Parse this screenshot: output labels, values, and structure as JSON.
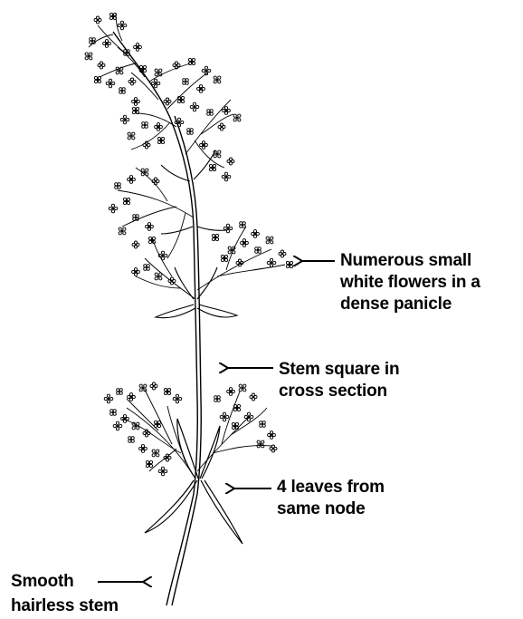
{
  "labels": {
    "flowers": [
      "Numerous small",
      "white flowers in a",
      "dense panicle"
    ],
    "stem": [
      "Stem square in",
      "cross section"
    ],
    "leaves": [
      "4 leaves from",
      "same node"
    ],
    "smooth": [
      "Smooth",
      "hairless stem"
    ]
  },
  "colors": {
    "ink": "#000000",
    "background": "#ffffff"
  }
}
